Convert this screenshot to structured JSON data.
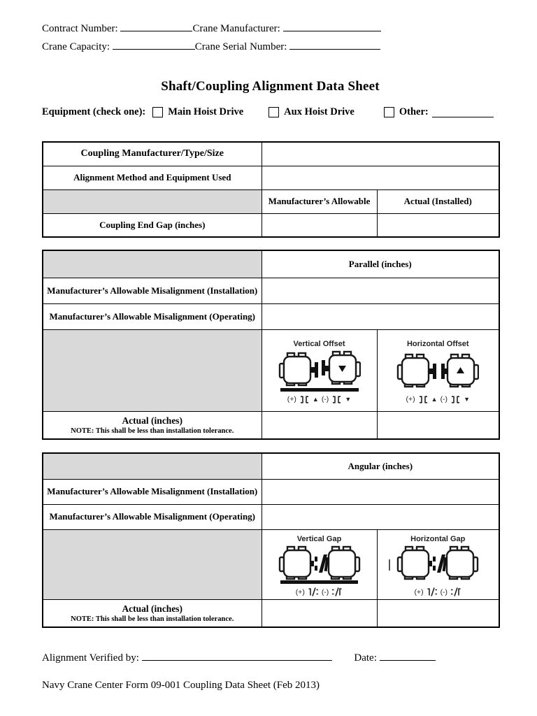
{
  "colors": {
    "shaded_cell": "#d9d9d9",
    "border": "#000000",
    "ink": "#000000"
  },
  "top_fields": {
    "contract_number": "Contract Number:",
    "crane_manufacturer": "Crane Manufacturer:",
    "crane_capacity": "Crane Capacity:",
    "crane_serial_number": "Crane Serial Number:"
  },
  "title": "Shaft/Coupling Alignment Data Sheet",
  "equipment": {
    "label": "Equipment (check one):",
    "option_main": "Main Hoist Drive",
    "option_aux": "Aux Hoist Drive",
    "option_other": "Other:"
  },
  "coupling_table": {
    "row_manufacturer": "Coupling Manufacturer/Type/Size",
    "row_method": "Alignment Method and Equipment Used",
    "col_allowable": "Manufacturer’s Allowable",
    "col_actual": "Actual (Installed)",
    "row_end_gap": "Coupling End Gap (inches)"
  },
  "parallel_table": {
    "header": "Parallel (inches)",
    "row_installation": "Manufacturer’s Allowable Misalignment (Installation)",
    "row_operating": "Manufacturer’s Allowable Misalignment (Operating)",
    "diagram_left_label": "Vertical Offset",
    "diagram_right_label": "Horizontal Offset",
    "actual_label": "Actual (inches)",
    "actual_note": "NOTE: This shall be less than installation tolerance.",
    "legend_plus": "(+)",
    "legend_minus": "(-)",
    "legend_up": "▲",
    "legend_down": "▼"
  },
  "angular_table": {
    "header": "Angular (inches)",
    "row_installation": "Manufacturer’s Allowable Misalignment (Installation)",
    "row_operating": "Manufacturer’s Allowable Misalignment (Operating)",
    "diagram_left_label": "Vertical Gap",
    "diagram_right_label": "Horizontal Gap",
    "actual_label": "Actual (inches)",
    "actual_note": "NOTE: This shall be less than installation tolerance.",
    "legend_plus": "(+)",
    "legend_minus": "(-)"
  },
  "signoff": {
    "verified_label": "Alignment Verified by:",
    "date_label": "Date:"
  },
  "footer": "Navy Crane Center Form 09-001 Coupling Data Sheet (Feb 2013)"
}
